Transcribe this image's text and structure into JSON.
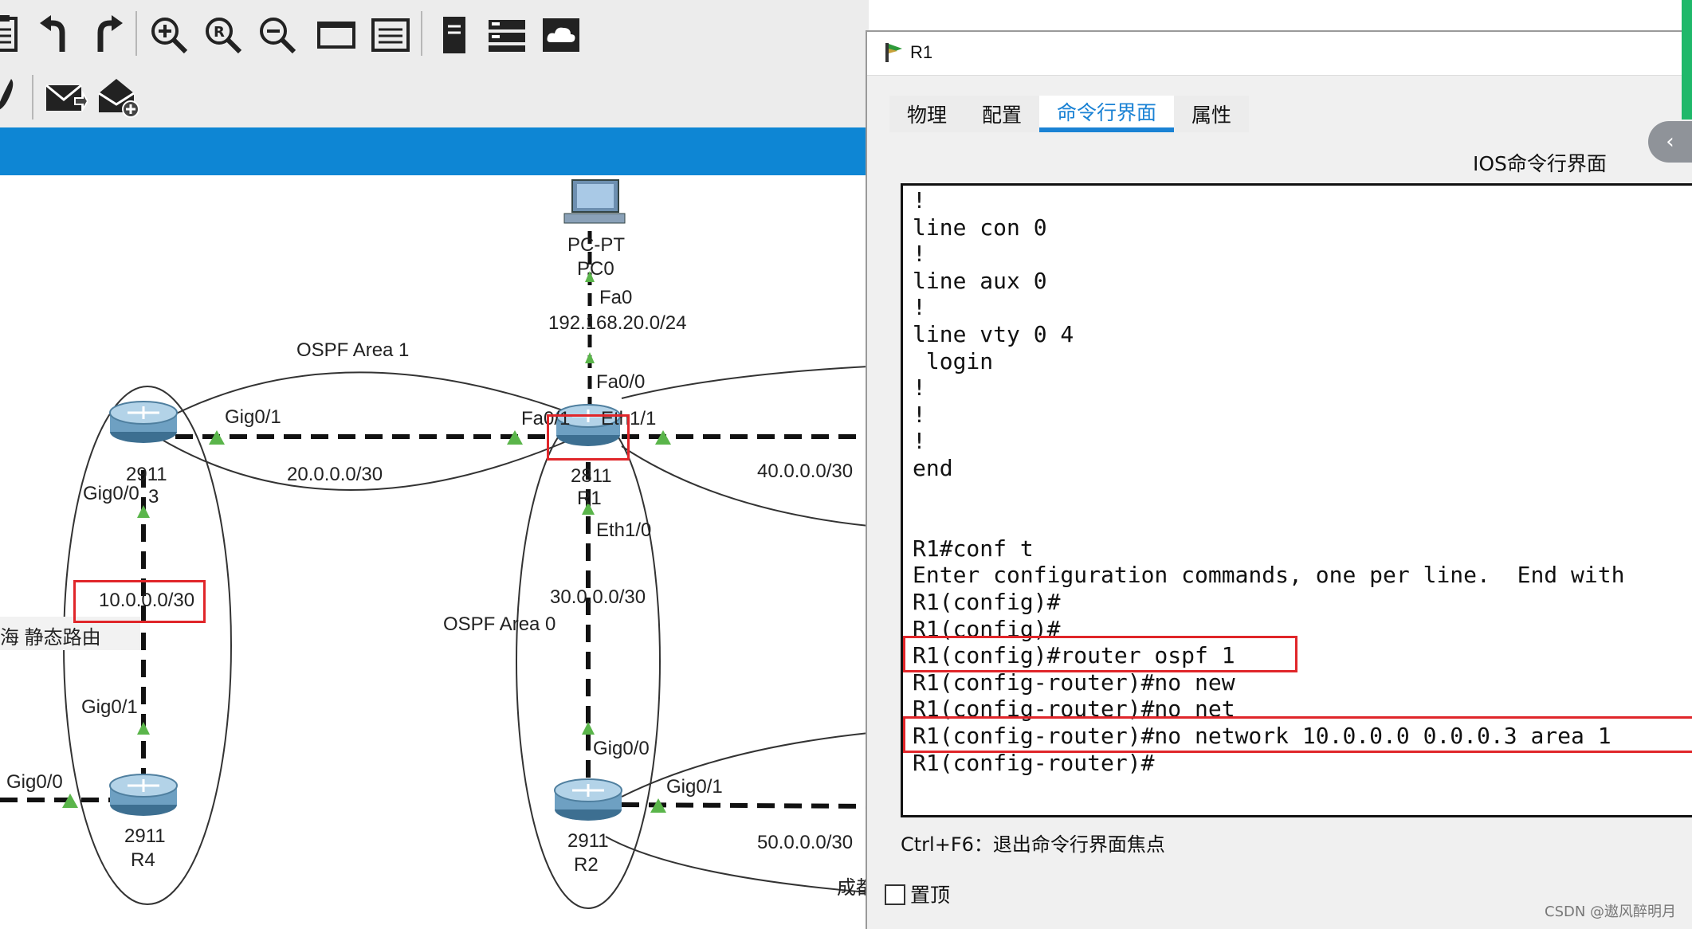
{
  "toolbar": {
    "row1_icons": [
      "clipboard-icon",
      "undo-icon",
      "redo-icon",
      "zoom-in-icon",
      "zoom-reset-icon",
      "zoom-out-icon",
      "window-icon",
      "palette-icon",
      "device-list-icon",
      "rack-icon",
      "cloud-icon"
    ],
    "row2_icons": [
      "draw-icon",
      "add-simple-pdu-icon",
      "add-complex-pdu-icon"
    ]
  },
  "topology": {
    "pc_model": "PC-PT",
    "pc_name": "PC0",
    "pc_port": "Fa0",
    "pc_network": "192.168.20.0/24",
    "r1_up_port": "Fa0/0",
    "area1_label": "OSPF Area 1",
    "area0_label": "OSPF Area 0",
    "r3_port_right": "Gig0/1",
    "r1_left_port": "Fa0/1",
    "r1_right_port": "Eth1/1",
    "net_r3_r1": "20.0.0.0/30",
    "net_r1_right": "40.0.0.0/30",
    "r3_model": "2911",
    "r3_name": "3",
    "r1_model": "2811",
    "r1_name": "R1",
    "r3_down_port": "Gig0/0",
    "r1_down_port": "Eth1/0",
    "net_r3_r4": "10.0.0.0/30",
    "net_r1_r2": "30.0.0.0/30",
    "static_label": "海  静态路由",
    "r4_up_port": "Gig0/1",
    "r2_up_port": "Gig0/0",
    "r4_left_port": "Gig0/0",
    "r2_right_port": "Gig0/1",
    "r4_model": "2911",
    "r4_name": "R4",
    "r2_model": "2911",
    "r2_name": "R2",
    "net_r2_right": "50.0.0.0/30",
    "cut_label": "成都"
  },
  "dialog": {
    "title": "R1",
    "tabs": [
      {
        "label": "物理",
        "active": false
      },
      {
        "label": "配置",
        "active": false
      },
      {
        "label": "命令行界面",
        "active": true
      },
      {
        "label": "属性",
        "active": false
      }
    ],
    "section_title": "IOS命令行界面",
    "cli_lines": [
      "!",
      "line con 0",
      "!",
      "line aux 0",
      "!",
      "line vty 0 4",
      " login",
      "!",
      "!",
      "!",
      "end",
      "",
      "",
      "R1#conf t",
      "Enter configuration commands, one per line.  End with",
      "R1(config)#",
      "R1(config)#",
      "R1(config)#router ospf 1",
      "R1(config-router)#no new",
      "R1(config-router)#no net",
      "R1(config-router)#no network 10.0.0.0 0.0.0.3 area 1",
      "R1(config-router)#"
    ],
    "hint": "Ctrl+F6：退出命令行界面焦点",
    "pin_label": "置顶",
    "collapse_glyph": "‹"
  },
  "watermark": "CSDN @遨风醉明月",
  "colors": {
    "accent_blue": "#0e86d4",
    "tab_active": "#1a82d4",
    "highlight_red": "#e0262a",
    "link_green": "#5ab54a"
  }
}
